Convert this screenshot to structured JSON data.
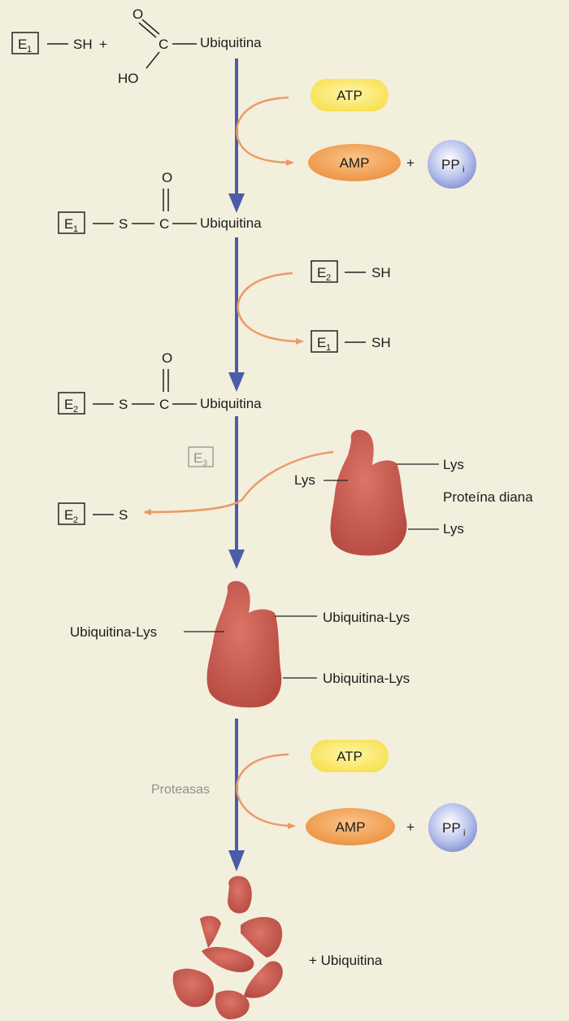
{
  "labels": {
    "ubiquitina": "Ubiquitina",
    "sh": "SH",
    "s": "S",
    "c": "C",
    "o": "O",
    "ho": "HO",
    "plus": "+",
    "plus_ubiquitina": "+  Ubiquitina",
    "lys": "Lys",
    "ubiquitina_lys": "Ubiquitina-Lys",
    "proteina_diana": "Proteína diana",
    "proteasas": "Proteasas"
  },
  "enzymes": {
    "e_letter": "E",
    "sub1": "1",
    "sub2": "2",
    "sub3": "3"
  },
  "molecules": {
    "atp": "ATP",
    "amp": "AMP",
    "pp": "PP",
    "pp_sub": "i"
  },
  "colors": {
    "background": "#f3efdd",
    "main_arrow": "#4b5ca8",
    "side_arrow": "#ec9a68",
    "atp": "#fbe86a",
    "amp": "#f2a55b",
    "ppi": "#a9b5e4",
    "protein": "#c95c52"
  }
}
